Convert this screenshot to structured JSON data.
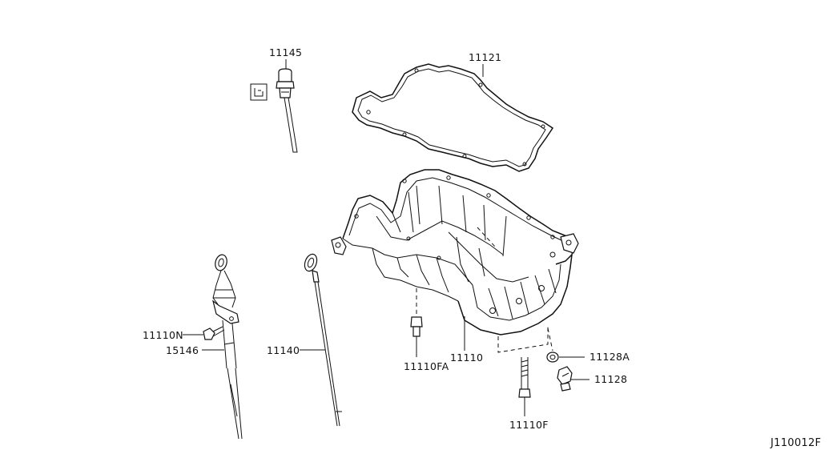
{
  "diagram_id": "J110012F",
  "parts": {
    "p11145": "11145",
    "p11121": "11121",
    "p11110N": "11110N",
    "p15146": "15146",
    "p11140": "11140",
    "p11110FA": "11110FA",
    "p11110": "11110",
    "p11128A": "11128A",
    "p11128": "11128",
    "p11110F": "11110F"
  },
  "colors": {
    "line": "#111111",
    "background": "#ffffff"
  }
}
